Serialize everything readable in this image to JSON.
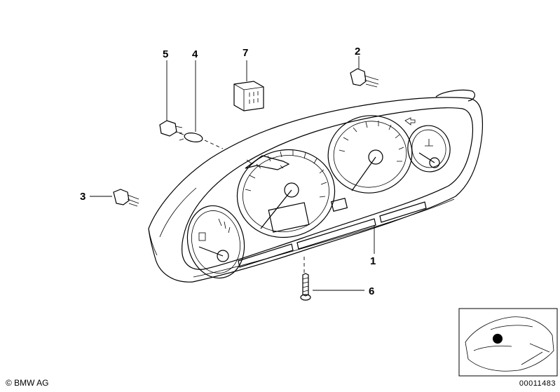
{
  "callouts": [
    {
      "id": "1",
      "label": "1"
    },
    {
      "id": "2",
      "label": "2"
    },
    {
      "id": "3",
      "label": "3"
    },
    {
      "id": "4",
      "label": "4"
    },
    {
      "id": "5",
      "label": "5"
    },
    {
      "id": "6",
      "label": "6"
    },
    {
      "id": "7",
      "label": "7"
    }
  ],
  "footer": {
    "copyright": "© BMW AG",
    "reference": "00011483"
  }
}
